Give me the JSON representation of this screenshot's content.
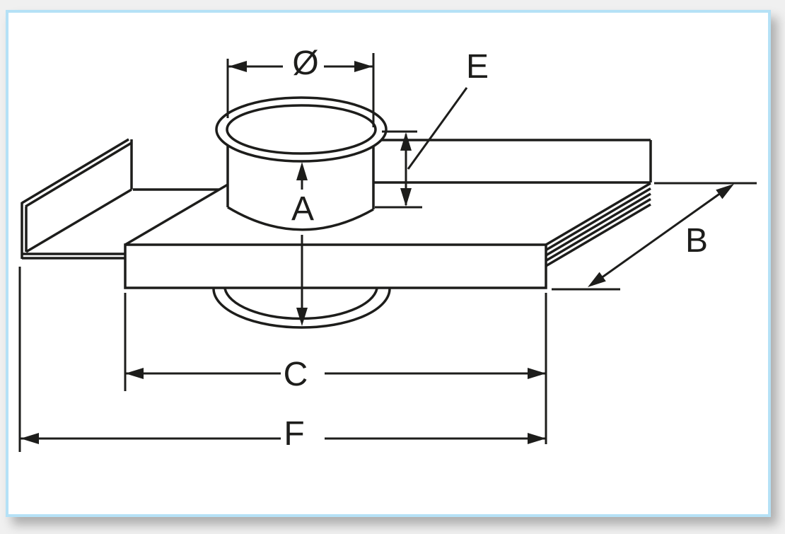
{
  "page": {
    "background": "#f0f0f0"
  },
  "card": {
    "background": "#ffffff",
    "border_color": "#b5e1f6",
    "shadow": "bottom-right gray"
  },
  "drawing": {
    "type": "technical-dimension-diagram",
    "subject": "flat plate with cylindrical collar, wall flange and dimension arrows",
    "line_color": "#1d1d1b",
    "labels": {
      "diameter": "Ø",
      "e": "E",
      "a": "A",
      "b": "B",
      "c": "C",
      "f": "F"
    }
  }
}
